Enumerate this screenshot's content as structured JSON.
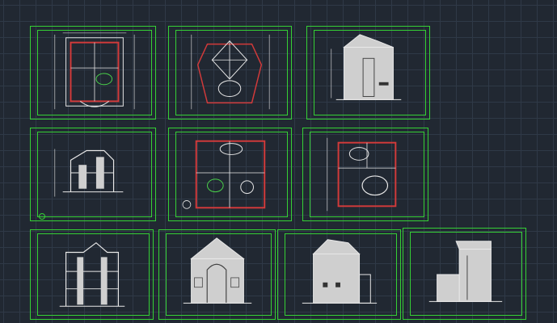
{
  "canvas": {
    "background": "#212832",
    "grid": "#2f3947"
  },
  "colors": {
    "frame": "#35d035",
    "linework": "#e8e8e8",
    "wall": "#d23a3a",
    "annotation": "#4ad14a",
    "fill": "#cfcfcf"
  },
  "sheets": [
    {
      "id": "sheet-1",
      "kind": "floor-plan"
    },
    {
      "id": "sheet-2",
      "kind": "roof-plan"
    },
    {
      "id": "sheet-3",
      "kind": "elevation"
    },
    {
      "id": "sheet-4",
      "kind": "section"
    },
    {
      "id": "sheet-5",
      "kind": "floor-plan"
    },
    {
      "id": "sheet-6",
      "kind": "floor-plan"
    },
    {
      "id": "sheet-7",
      "kind": "section"
    },
    {
      "id": "sheet-8",
      "kind": "elevation"
    },
    {
      "id": "sheet-9",
      "kind": "elevation"
    },
    {
      "id": "sheet-10",
      "kind": "elevation"
    }
  ]
}
